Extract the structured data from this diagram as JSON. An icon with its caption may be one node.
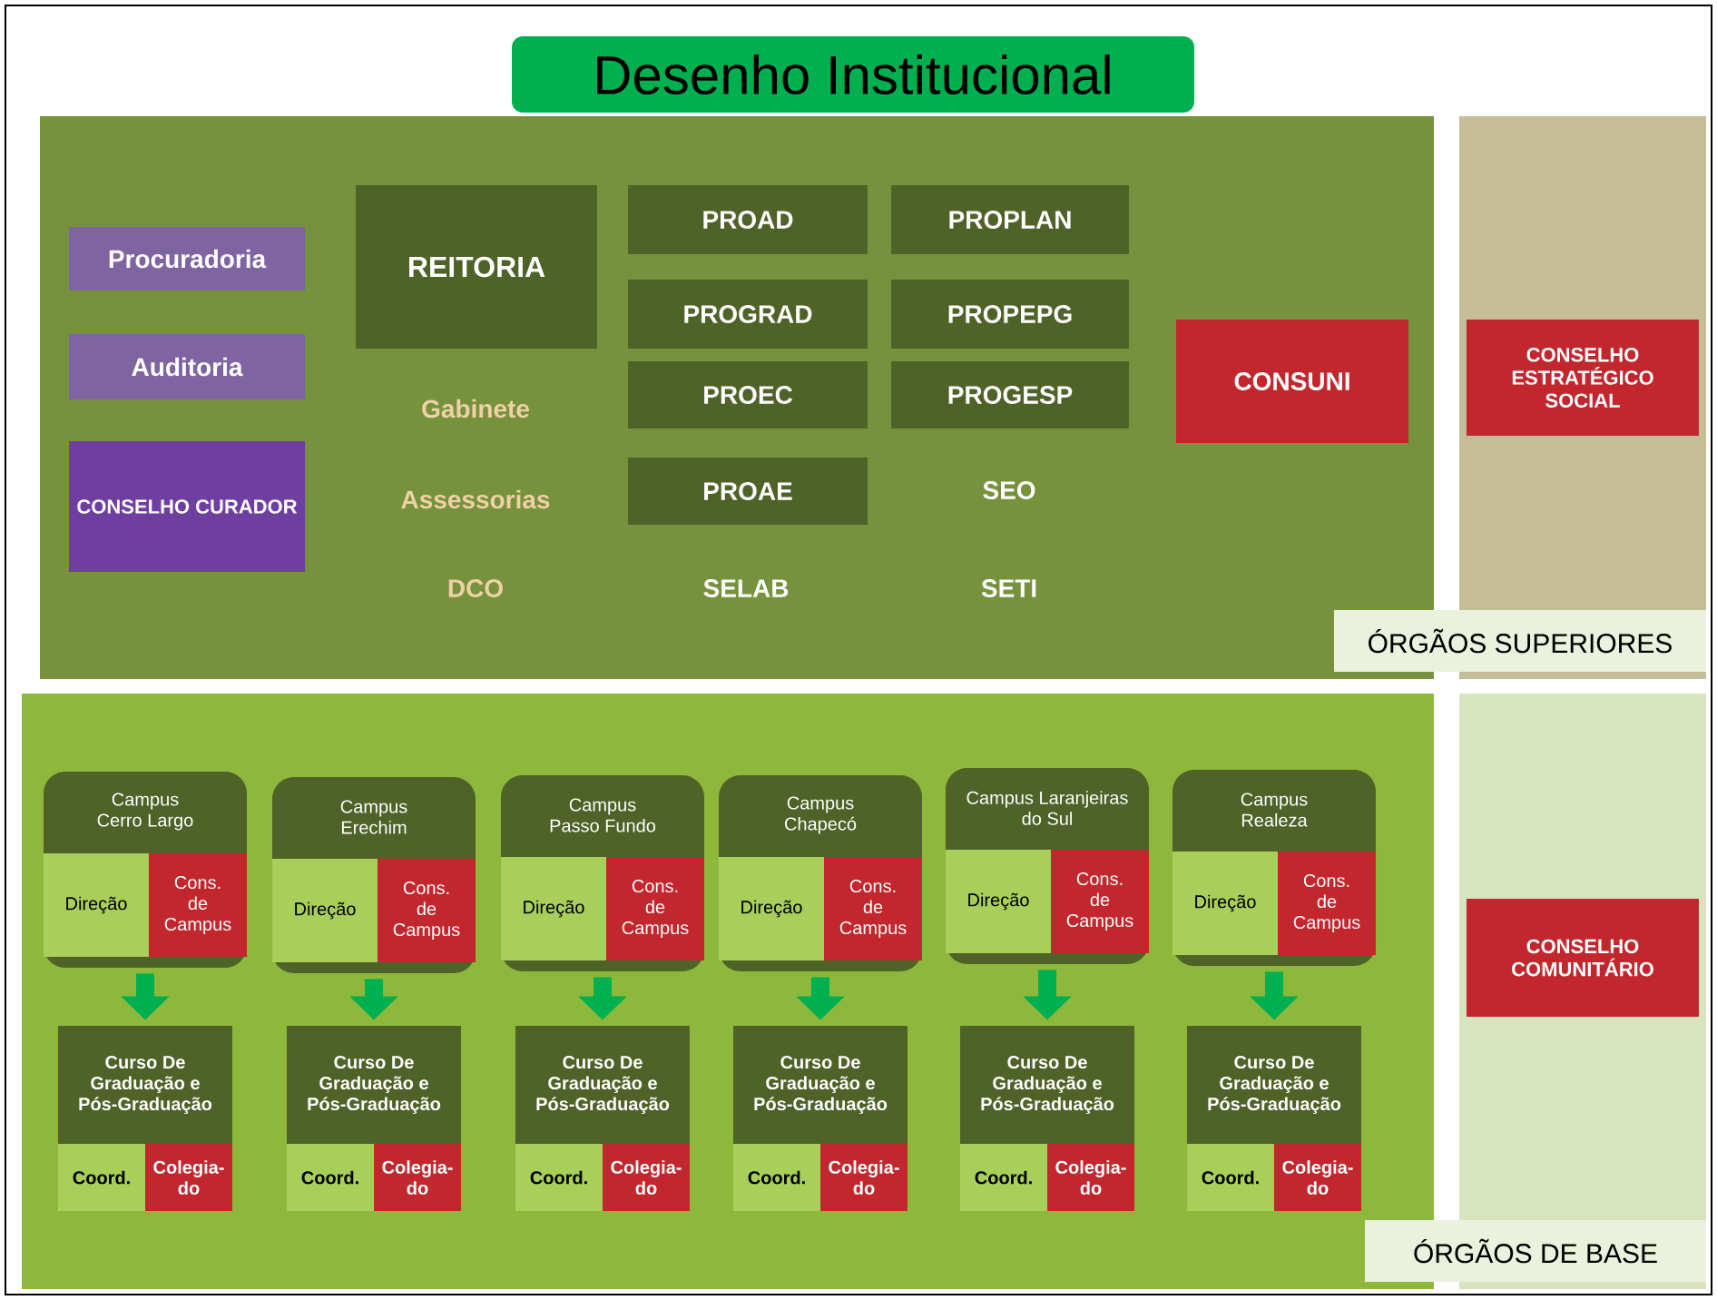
{
  "diagram": {
    "title": "Desenho Institucional",
    "nodes": [
      {
        "text": [],
        "shape": "box"
      },
      {
        "text": [
          "Procuradoria"
        ],
        "in": 0
      },
      {
        "text": [
          "Auditoria"
        ],
        "in": 0
      },
      {
        "text": [
          "CONSELHO CURADOR"
        ],
        "in": 0
      },
      {
        "text": [
          "REITORIA"
        ],
        "in": 0
      },
      {
        "text": [
          "PROAD"
        ],
        "in": 0
      },
      {
        "text": [
          "PROPLAN"
        ],
        "in": 0
      },
      {
        "text": [
          "PROGRAD"
        ],
        "in": 0
      },
      {
        "text": [
          "PROPEPG"
        ],
        "in": 0
      },
      {
        "text": [
          "PROEC"
        ],
        "in": 0
      },
      {
        "text": [
          "PROGESP"
        ],
        "in": 0
      },
      {
        "text": [
          "PROAE"
        ],
        "in": 0
      },
      {
        "text": [
          "CONSUNI"
        ],
        "in": 0
      },
      {
        "text": [
          "ÓRGÃOS SUPERIORES"
        ]
      },
      {
        "text": [],
        "shape": "box"
      },
      {
        "text": [
          "CONSELHO ESTRATÉGICO SOCIAL"
        ],
        "in": 14
      },
      {
        "text": [],
        "shape": "box"
      },
      {
        "text": [
          "ÓRGÃOS DE BASE"
        ]
      },
      {
        "text": [],
        "shape": "box"
      },
      {
        "text": [
          "CONSELHO COMUNITÁRIO"
        ],
        "in": 18
      },
      {
        "text": [
          "Campus Cerro Largo"
        ],
        "in": 16
      },
      {
        "text": [
          "Direção"
        ],
        "in": 20
      },
      {
        "text": [
          "Cons. de Campus"
        ],
        "in": 20
      },
      {
        "text": [
          "Curso De Graduação e Pós-Graduação"
        ],
        "in": 16
      },
      {
        "text": [
          "Coord."
        ],
        "in": 16
      },
      {
        "text": [
          "Colegia- do"
        ],
        "in": 16
      },
      {
        "text": [
          "Campus Erechim"
        ],
        "in": 16
      },
      {
        "text": [
          "Direção"
        ],
        "in": 26
      },
      {
        "text": [
          "Cons. de Campus"
        ],
        "in": 26
      },
      {
        "text": [
          "Curso De Graduação e Pós-Graduação"
        ],
        "in": 16
      },
      {
        "text": [
          "Coord."
        ],
        "in": 16
      },
      {
        "text": [
          "Colegia- do"
        ],
        "in": 16
      },
      {
        "text": [
          "Campus Passo Fundo"
        ],
        "in": 16
      },
      {
        "text": [
          "Direção"
        ],
        "in": 32
      },
      {
        "text": [
          "Cons. de Campus"
        ],
        "in": 32
      },
      {
        "text": [
          "Curso De Graduação e Pós-Graduação"
        ],
        "in": 16
      },
      {
        "text": [
          "Coord."
        ],
        "in": 16
      },
      {
        "text": [
          "Colegia- do"
        ],
        "in": 16
      },
      {
        "text": [
          "Campus Chapecó"
        ],
        "in": 16
      },
      {
        "text": [
          "Direção"
        ],
        "in": 38
      },
      {
        "text": [
          "Cons. de Campus"
        ],
        "in": 38
      },
      {
        "text": [
          "Curso De Graduação e Pós-Graduação"
        ],
        "in": 16
      },
      {
        "text": [
          "Coord."
        ],
        "in": 16
      },
      {
        "text": [
          "Colegia- do"
        ],
        "in": 16
      },
      {
        "text": [
          "Campus Laranjeiras do Sul"
        ],
        "in": 16
      },
      {
        "text": [
          "Direção"
        ],
        "in": 44
      },
      {
        "text": [
          "Cons. de Campus"
        ],
        "in": 44
      },
      {
        "text": [
          "Curso De Graduação e Pós-Graduação"
        ],
        "in": 16
      },
      {
        "text": [
          "Coord."
        ],
        "in": 16
      },
      {
        "text": [
          "Colegia- do"
        ],
        "in": 16
      },
      {
        "text": [
          "Campus Realeza"
        ],
        "in": 16
      },
      {
        "text": [
          "Direção"
        ],
        "in": 50
      },
      {
        "text": [
          "Cons. de Campus"
        ],
        "in": 50
      },
      {
        "text": [
          "Curso De Graduação e Pós-Graduação"
        ],
        "in": 16
      },
      {
        "text": [
          "Coord."
        ],
        "in": 16
      },
      {
        "text": [
          "Colegia- do"
        ],
        "in": 16
      }
    ],
    "edges": [
      {
        "from": 20,
        "to": 23,
        "arrow": "to"
      },
      {
        "from": 26,
        "to": 29,
        "arrow": "to"
      },
      {
        "from": 32,
        "to": 35,
        "arrow": "to"
      },
      {
        "from": 38,
        "to": 41,
        "arrow": "to"
      },
      {
        "from": 44,
        "to": 47,
        "arrow": "to"
      },
      {
        "from": 50,
        "to": 53,
        "arrow": "to"
      }
    ],
    "labels": [
      "Gabinete",
      "Assessorias",
      "SEO",
      "DCO",
      "SELAB",
      "SETI"
    ]
  }
}
